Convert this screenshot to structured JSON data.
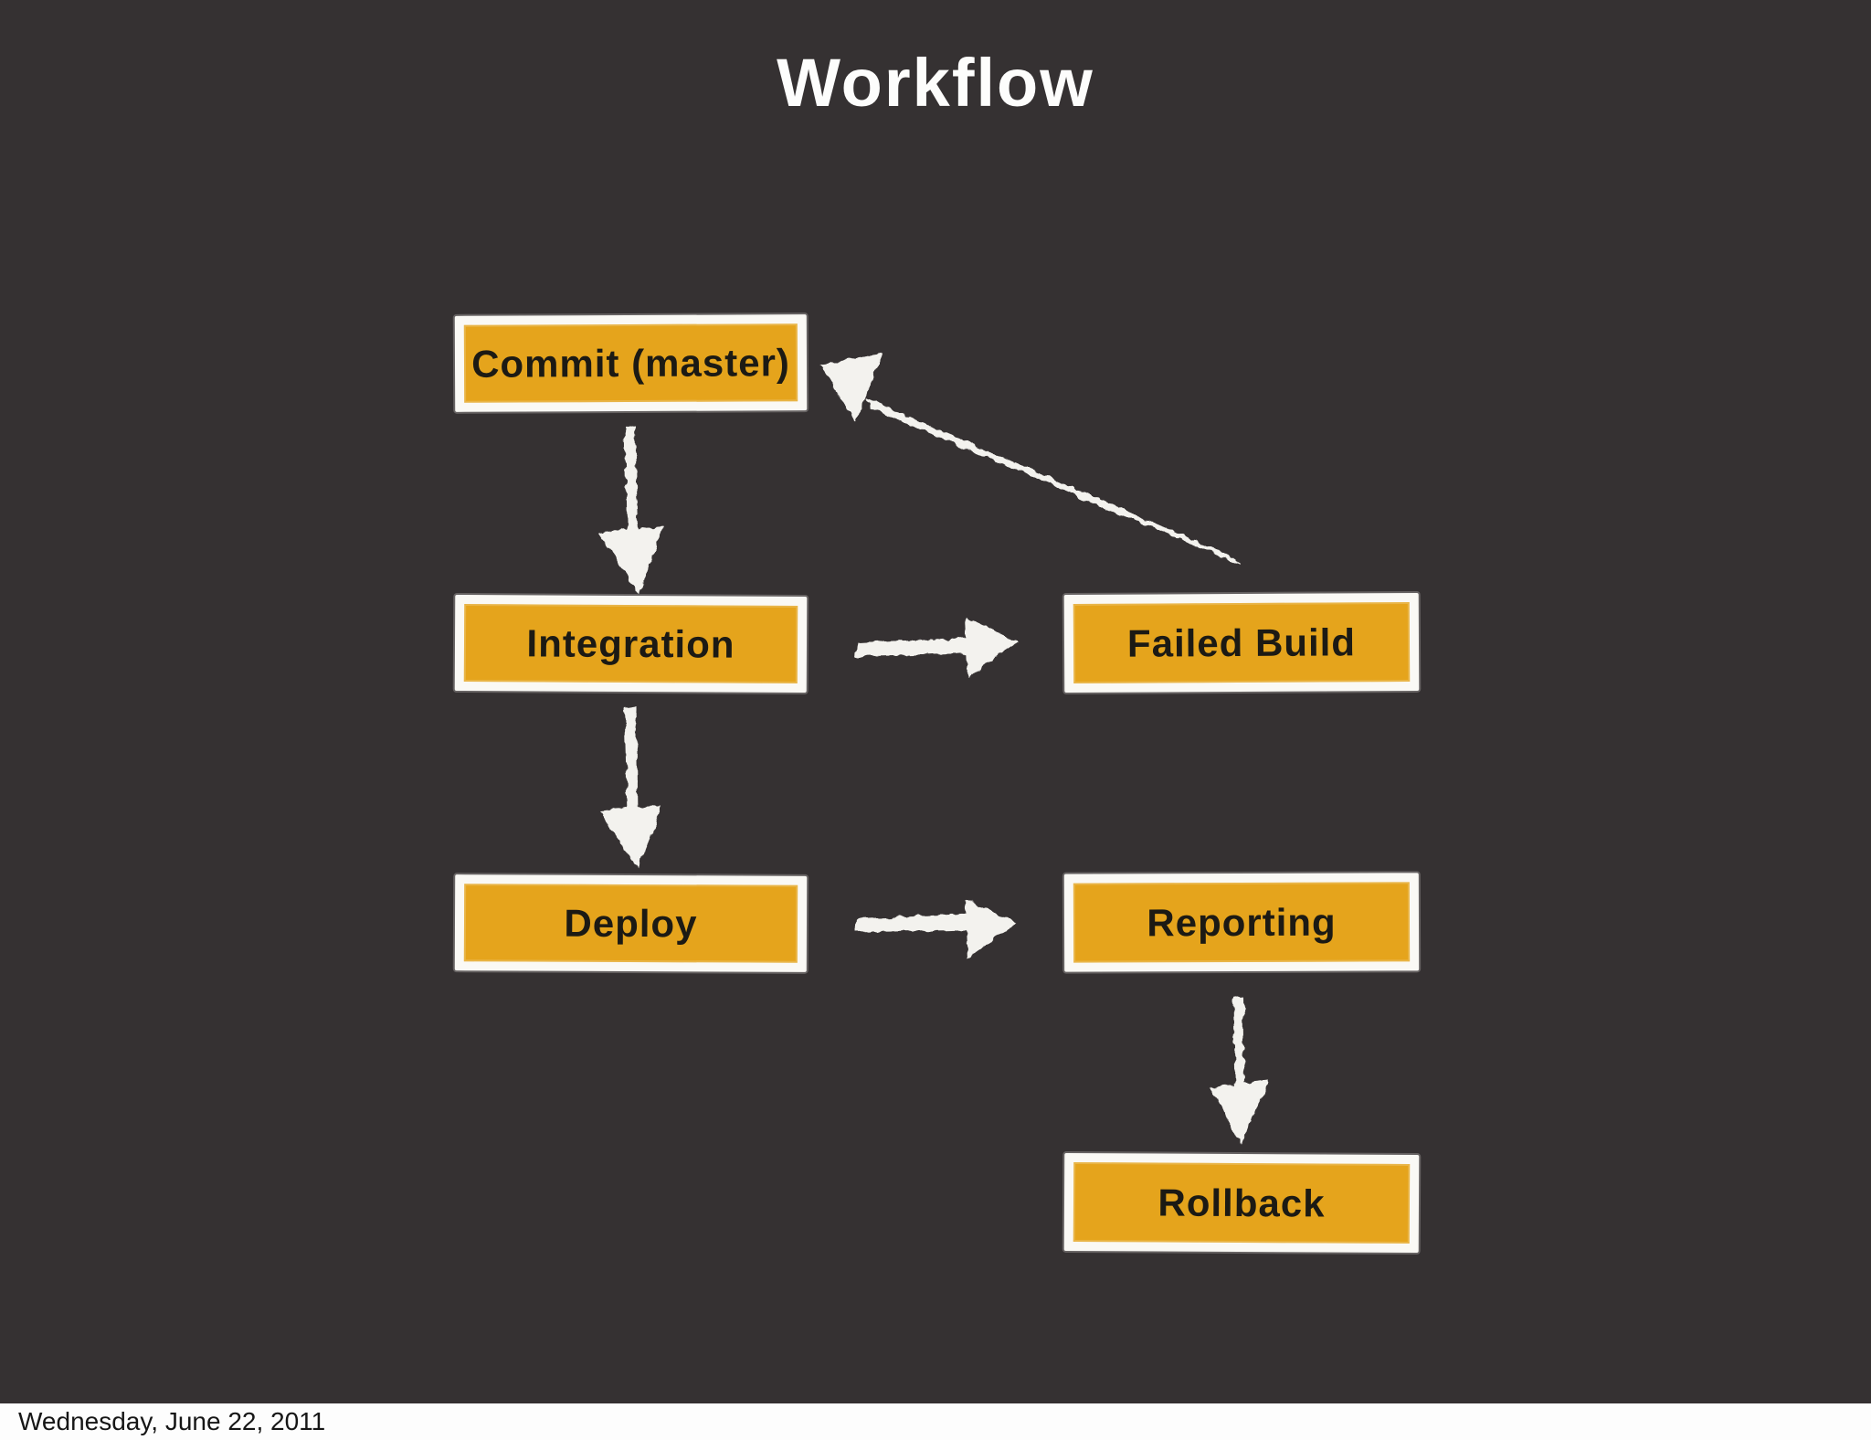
{
  "slide": {
    "title": "Workflow",
    "footer": {
      "date": "Wednesday, June 22, 2011"
    }
  },
  "diagram": {
    "nodes": [
      {
        "id": "commit",
        "label": "Commit (master)"
      },
      {
        "id": "integration",
        "label": "Integration"
      },
      {
        "id": "failed-build",
        "label": "Failed Build"
      },
      {
        "id": "deploy",
        "label": "Deploy"
      },
      {
        "id": "reporting",
        "label": "Reporting"
      },
      {
        "id": "rollback",
        "label": "Rollback"
      }
    ],
    "edges": [
      {
        "from": "commit",
        "to": "integration",
        "direction": "down"
      },
      {
        "from": "integration",
        "to": "failed-build",
        "direction": "right"
      },
      {
        "from": "failed-build",
        "to": "commit",
        "direction": "up-left"
      },
      {
        "from": "integration",
        "to": "deploy",
        "direction": "down"
      },
      {
        "from": "deploy",
        "to": "reporting",
        "direction": "right"
      },
      {
        "from": "reporting",
        "to": "rollback",
        "direction": "down"
      }
    ],
    "colors": {
      "background": "#353132",
      "node_fill": "#e5a41c",
      "node_border": "#faf9f5",
      "node_text": "#1c1a14",
      "arrow": "#f3f2ee",
      "title_text": "#fdfdfc",
      "footer_background": "#fdfdfd",
      "footer_text": "#161616"
    }
  }
}
